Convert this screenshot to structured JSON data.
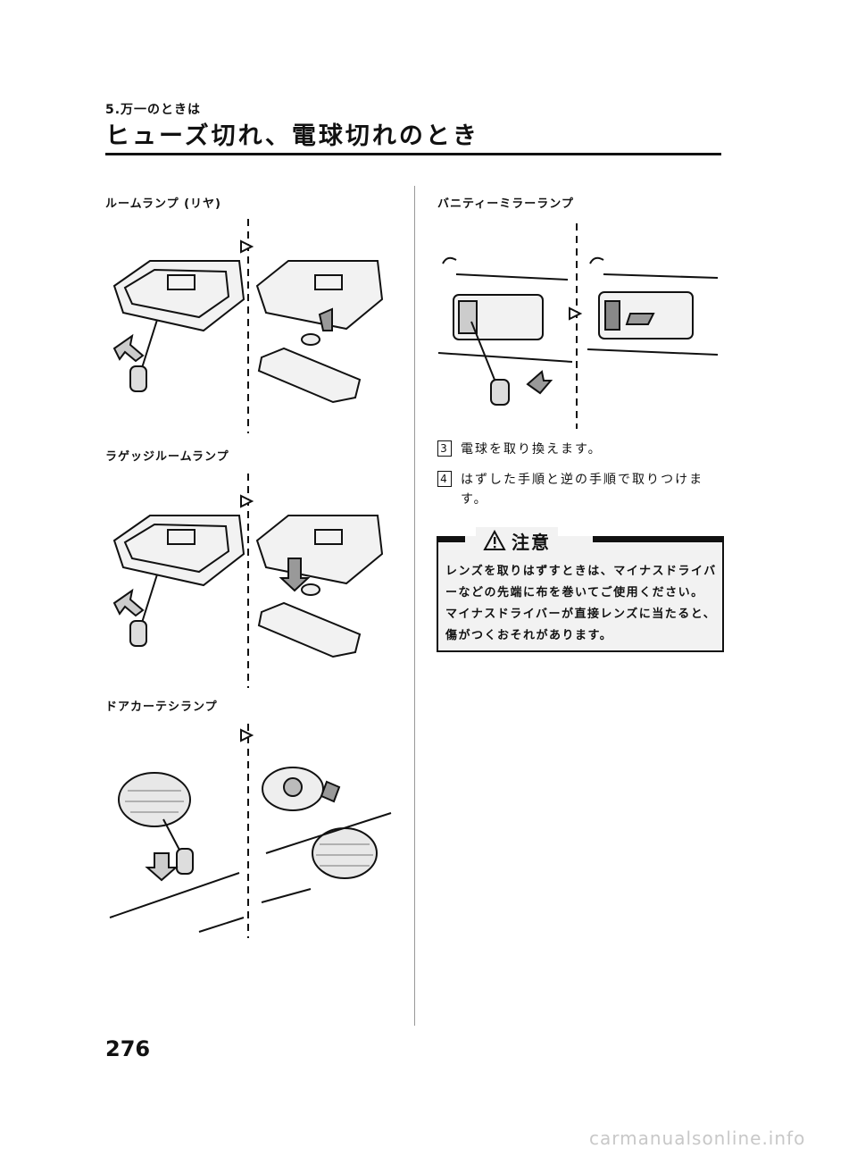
{
  "header": {
    "section": "5.万一のときは",
    "title": "ヒューズ切れ、電球切れのとき"
  },
  "figures": {
    "room_lamp_rear": {
      "label": "ルームランプ (リヤ)"
    },
    "luggage_room_lamp": {
      "label": "ラゲッジルームランプ"
    },
    "door_courtesy_lamp": {
      "label": "ドアカーテシランプ"
    },
    "vanity_mirror_lamp": {
      "label": "バニティーミラーランプ"
    }
  },
  "steps": [
    {
      "num": "3",
      "text": "電球を取り換えます。"
    },
    {
      "num": "4",
      "text": "はずした手順と逆の手順で取りつけます。"
    }
  ],
  "caution": {
    "title": "注意",
    "icon": "warning-triangle-icon",
    "text": "レンズを取りはずすときは、マイナスドライバーなどの先端に布を巻いてご使用ください。マイナスドライバーが直接レンズに当たると、傷がつくおそれがあります。"
  },
  "footer": {
    "page_number": "276",
    "watermark": "carmanualsonline.info"
  }
}
